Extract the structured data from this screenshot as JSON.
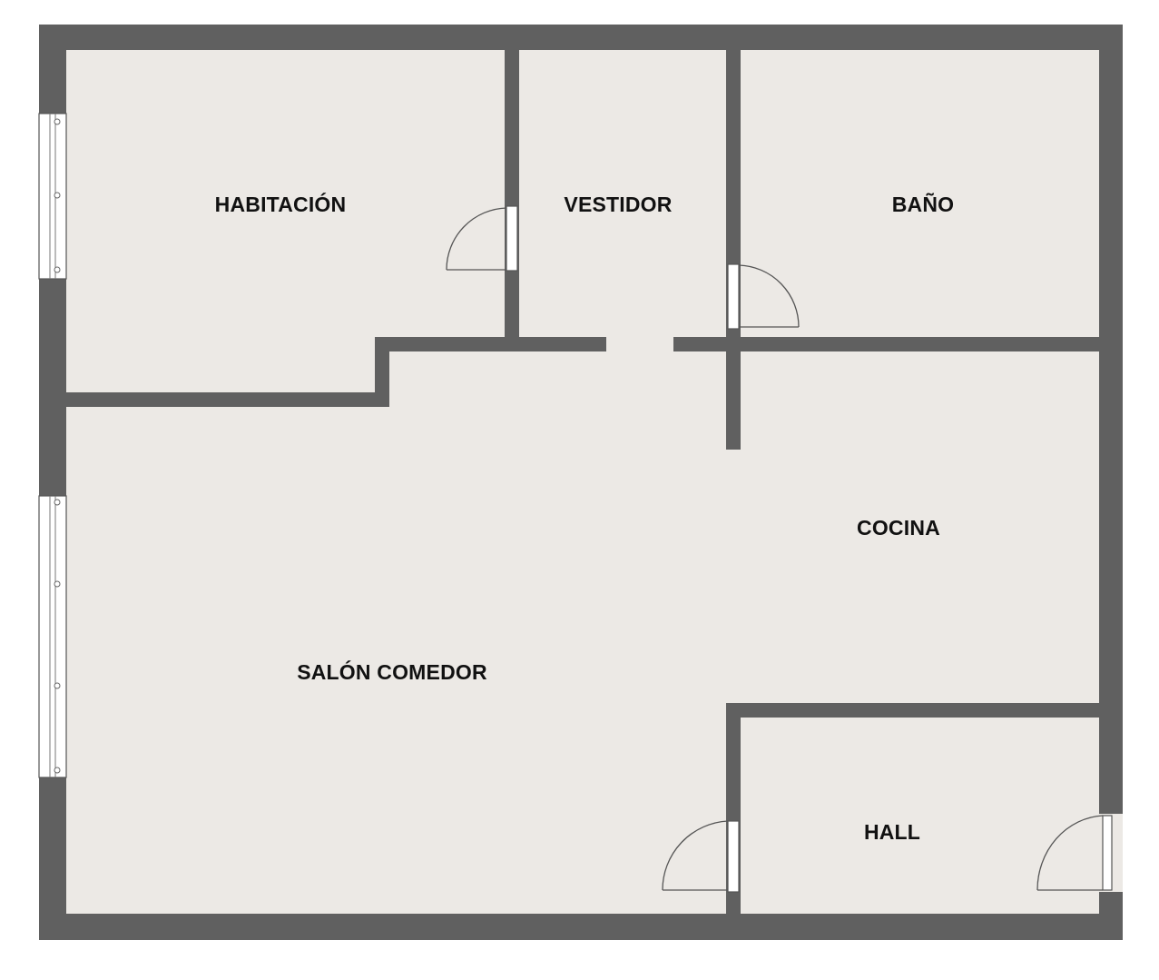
{
  "floorplan": {
    "colors": {
      "wall": "#606060",
      "floor": "#ece9e5",
      "label": "#111111",
      "background": "#ffffff"
    },
    "rooms": {
      "habitacion": "HABITACIÓN",
      "vestidor": "VESTIDOR",
      "bano": "BAÑO",
      "cocina": "COCINA",
      "salon": "SALÓN COMEDOR",
      "hall": "HALL"
    }
  }
}
